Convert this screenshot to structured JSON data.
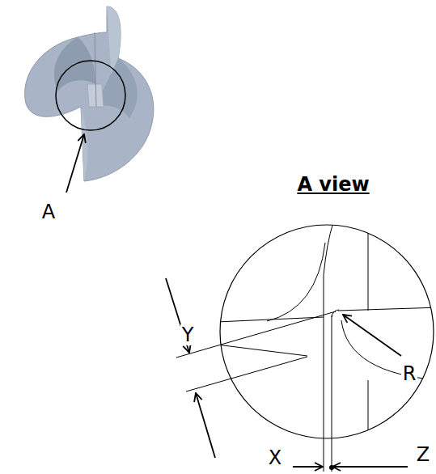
{
  "diagram": {
    "labels": [
      "A",
      "A view",
      "Y",
      "R",
      "X",
      "Z"
    ]
  }
}
